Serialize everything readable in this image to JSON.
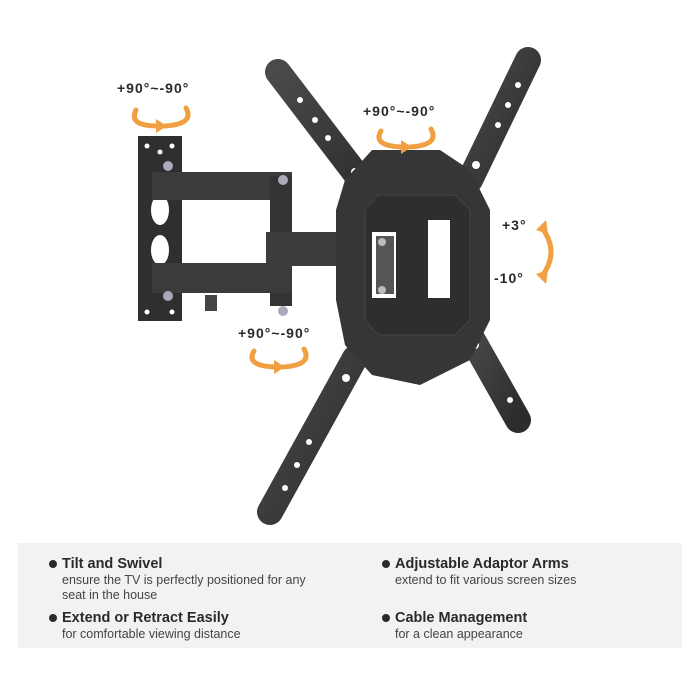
{
  "angles": {
    "wall_swivel": "+90°~-90°",
    "head_swivel": "+90°~-90°",
    "arm_swivel": "+90°~-90°",
    "tilt_up": "+3°",
    "tilt_down": "-10°"
  },
  "colors": {
    "arrow": "#f0a042",
    "metal": "#3a3a3a",
    "panel": "#f3f2f0"
  },
  "features": [
    {
      "title": "Tilt and Swivel",
      "desc": "ensure the TV is perfectly positioned for any seat in the house"
    },
    {
      "title": "Adjustable Adaptor Arms",
      "desc": "extend to fit various screen sizes"
    },
    {
      "title": "Extend or Retract Easily",
      "desc": "for comfortable viewing distance"
    },
    {
      "title": "Cable Management",
      "desc": "for a clean appearance"
    }
  ]
}
